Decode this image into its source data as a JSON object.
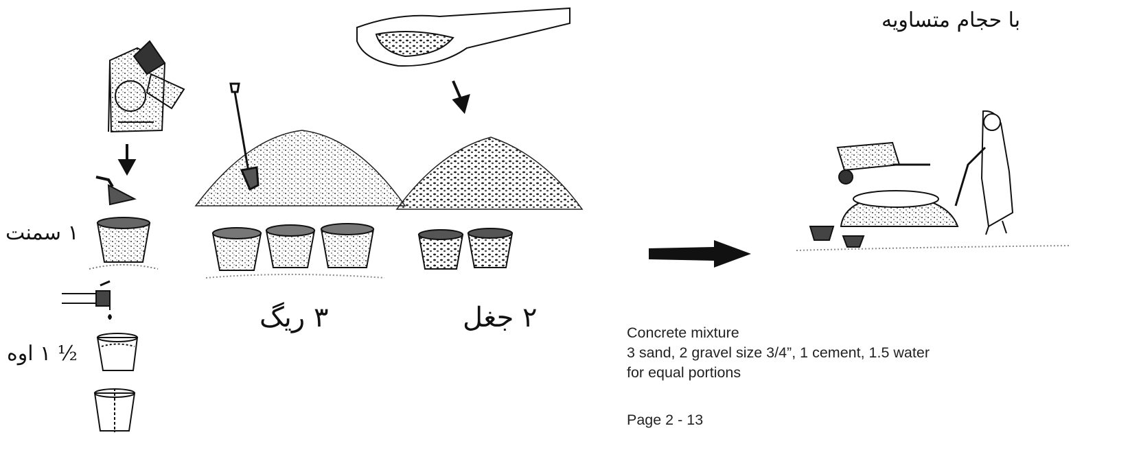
{
  "arabic_labels": {
    "title": "با حجام متساویه",
    "cement": "١ سمنت",
    "water": "½ ١ اوه",
    "sand": "٣ ریگ",
    "gravel": "٢ جغل"
  },
  "caption": {
    "line1": "Concrete mixture",
    "line2": "3 sand, 2 gravel size 3/4”,  1 cement, 1.5 water",
    "line3": "for equal portions"
  },
  "page_number": "Page 2 - 13"
}
